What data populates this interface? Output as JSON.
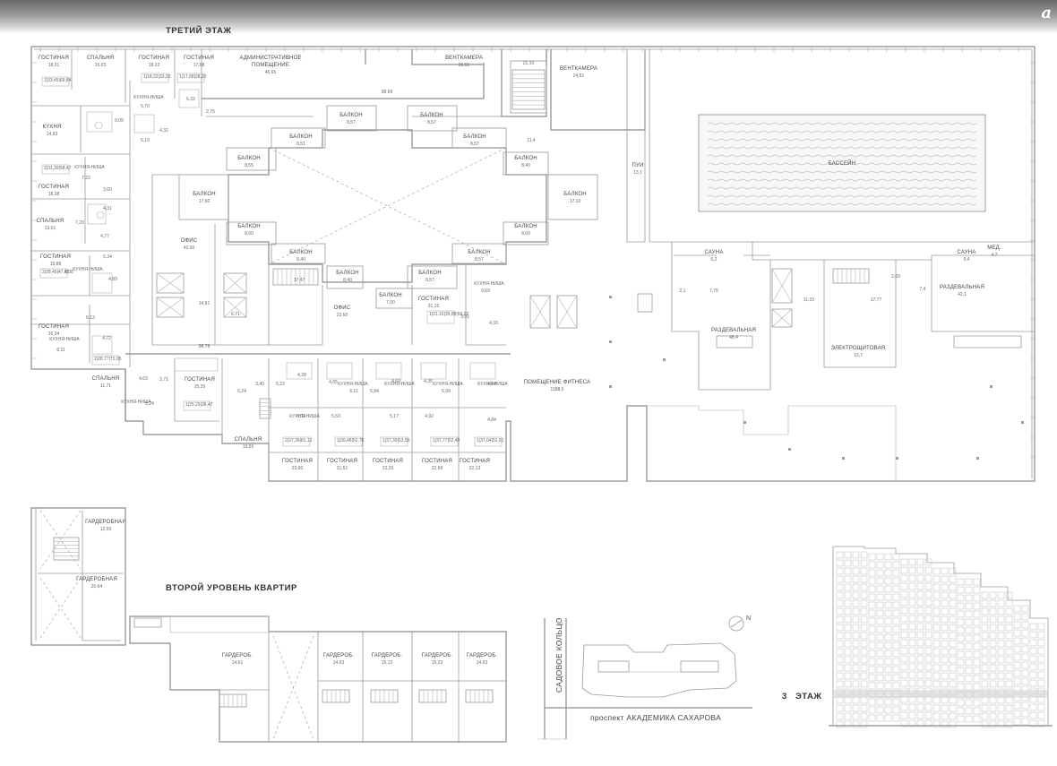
{
  "headings": {
    "third_floor": "ТРЕТИЙ ЭТАЖ",
    "second_level": "ВТОРОЙ УРОВЕНЬ КВАРТИР",
    "floor_no": "3",
    "floor_word": "ЭТАЖ"
  },
  "logo": "a",
  "streets": {
    "ring": "САДОВОЕ КОЛЬЦО",
    "prospekt": "проспект АКАДЕМИКА САХАРОВА"
  },
  "rooms": [
    {
      "name": "ГОСТИНАЯ",
      "area": "18,31"
    },
    {
      "name": "СПАЛЬНЯ",
      "area": "15,03"
    },
    {
      "name": "ГОСТИНАЯ",
      "area": "18,22"
    },
    {
      "name": "ГОСТИНАЯ",
      "area": "17,68"
    },
    {
      "name": "АДМИНИСТРАТИВНОЕ",
      "area": ""
    },
    {
      "name": "ПОМЕЩЕНИЕ",
      "area": "46,65"
    },
    {
      "name": "ВЕНТКАМЕРА",
      "area": "26,01"
    },
    {
      "name": "ВЕНТКАМЕРА",
      "area": "24,51"
    },
    {
      "name": "КУХНЯ",
      "area": "14,93"
    },
    {
      "name": "ГОСТИНАЯ",
      "area": "18,38"
    },
    {
      "name": "СПАЛЬНЯ",
      "area": "13,01"
    },
    {
      "name": "ГОСТИНАЯ",
      "area": "15,88"
    },
    {
      "name": "ГОСТИНАЯ",
      "area": "16,34"
    },
    {
      "name": "СПАЛЬНЯ",
      "area": "11,71"
    },
    {
      "name": "БАЛКОН",
      "area": "8,57"
    },
    {
      "name": "БАЛКОН",
      "area": "8,51"
    },
    {
      "name": "БАЛКОН",
      "area": "8,57"
    },
    {
      "name": "БАЛКОН",
      "area": "8,57"
    },
    {
      "name": "БАЛКОН",
      "area": "8,55"
    },
    {
      "name": "БАЛКОН",
      "area": "8,40"
    },
    {
      "name": "БАЛКОН",
      "area": "17,60"
    },
    {
      "name": "БАЛКОН",
      "area": "17,10"
    },
    {
      "name": "БАЛКОН",
      "area": "8,60"
    },
    {
      "name": "БАЛКОН",
      "area": "8,60"
    },
    {
      "name": "БАЛКОН",
      "area": "8,40"
    },
    {
      "name": "БАЛКОН",
      "area": "8,57"
    },
    {
      "name": "БАЛКОН",
      "area": "8,40"
    },
    {
      "name": "БАЛКОН",
      "area": "8,57"
    },
    {
      "name": "БАЛКОН",
      "area": "7,00"
    },
    {
      "name": "ОФИС",
      "area": "42,00"
    },
    {
      "name": "ОФИС",
      "area": "23,60"
    },
    {
      "name": "ГОСТИНАЯ",
      "area": "21,15"
    },
    {
      "name": "ГОСТИНАЯ",
      "area": "25,29"
    },
    {
      "name": "СПАЛЬНЯ",
      "area": "19,55"
    },
    {
      "name": "ГОСТИНАЯ",
      "area": "23,90"
    },
    {
      "name": "ГОСТИНАЯ",
      "area": "21,51"
    },
    {
      "name": "ГОСТИНАЯ",
      "area": "22,25"
    },
    {
      "name": "ГОСТИНАЯ",
      "area": "22,69"
    },
    {
      "name": "ГОСТИНАЯ",
      "area": "22,13"
    },
    {
      "name": "ПОМЕЩЕНИЕ ФИТНЕСА",
      "area": "1188,5"
    },
    {
      "name": "БАССЕЙН",
      "area": ""
    },
    {
      "name": "ПУИ",
      "area": "13,1"
    },
    {
      "name": "САУНА",
      "area": "6,2"
    },
    {
      "name": "САУНА",
      "area": "5,4"
    },
    {
      "name": "МЕД.",
      "area": "4,7"
    },
    {
      "name": "РАЗДЕВАЛЬНАЯ",
      "area": "48,4"
    },
    {
      "name": "РАЗДЕВАЛЬНАЯ",
      "area": "42,1"
    },
    {
      "name": "ЭЛЕКТРОЩИТОВАЯ",
      "area": "13,7"
    },
    {
      "name": "ГАРДЕРОБНАЯ",
      "area": "12,55"
    },
    {
      "name": "ГАРДЕРОБНАЯ",
      "area": "20,64"
    },
    {
      "name": "ГАРДЕРОБ.",
      "area": "14,61"
    },
    {
      "name": "ГАРДЕРОБ.",
      "area": "14,93"
    },
    {
      "name": "ГАРДЕРОБ.",
      "area": "15,12"
    },
    {
      "name": "ГАРДЕРОБ.",
      "area": "15,23"
    },
    {
      "name": "ГАРДЕРОБ.",
      "area": "14,93"
    }
  ],
  "kitchen_niche": "КУХНЯ-НИША",
  "small_areas": [
    "98,69",
    "21,10",
    "11,4",
    "14,91",
    "98,78",
    "17,47",
    "5,70",
    "5,19",
    "4,32",
    "6,05",
    "2,75",
    "6,32",
    "7,22",
    "3,60",
    "7,20",
    "4,31",
    "4,77",
    "5,34",
    "5,08",
    "4,89",
    "6,13",
    "6,11",
    "4,72",
    "4,63",
    "3,71",
    "5,24",
    "6,24",
    "3,40",
    "5,22",
    "4,28",
    "6,03",
    "4,65",
    "6,11",
    "5,53",
    "5,94",
    "4,60",
    "5,17",
    "4,36",
    "5,99",
    "4,92",
    "4,08",
    "4,84",
    "9,69",
    "3,91",
    "4,33",
    "7,75",
    "2,1",
    "7,4",
    "11,10",
    "17,77",
    "2,69",
    "6,71"
  ],
  "apt_totals": [
    "2|33,45|69,84",
    "1|18,22|33,22",
    "1|17,68|28,20",
    "2|31,39|58,47",
    "2|28,45|47,45",
    "2|28,77|71,05",
    "1|21,15|39,88|56,02",
    "1|25,29|38,47",
    "2|37,39|81,12",
    "1|39,48|52,75",
    "1|37,39|53,56",
    "1|37,77|52,49",
    "1|37,04|51,51"
  ]
}
